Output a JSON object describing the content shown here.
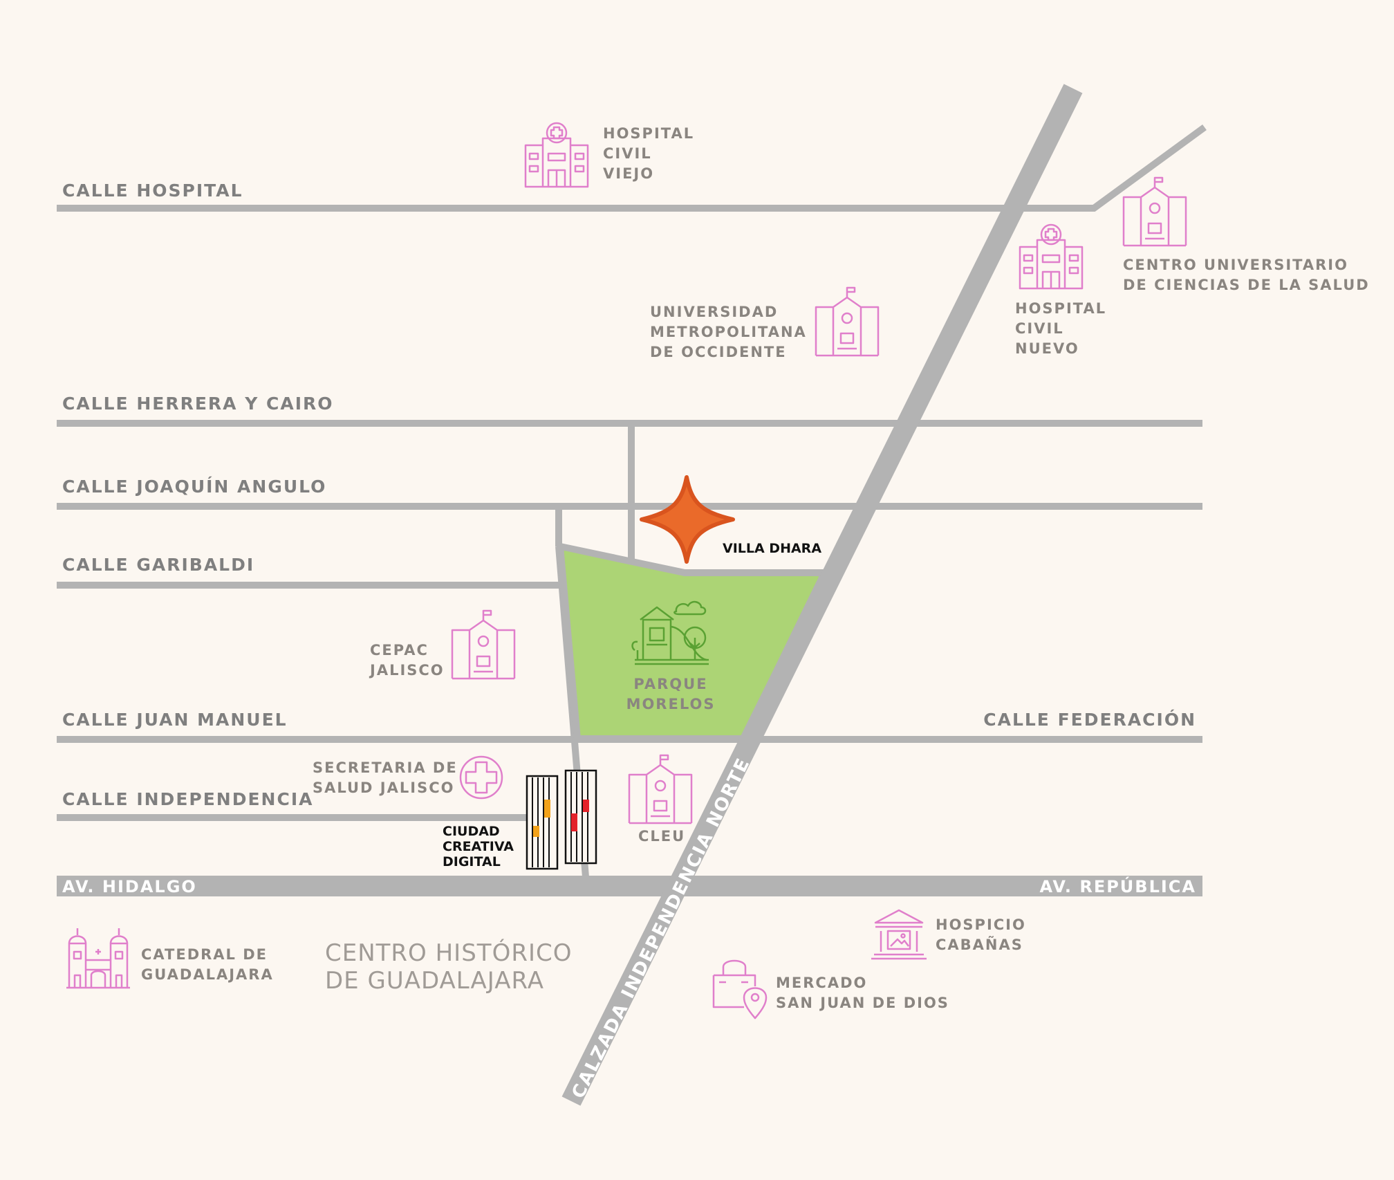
{
  "colors": {
    "background": "#fcf7f1",
    "road": "#b3b3b3",
    "park": "#acd475",
    "park_icon": "#5aa133",
    "landmark_icon": "#e07fcb",
    "marker": "#ea6a2a",
    "marker_stroke": "#d9541e",
    "building_accent_orange": "#f2a21a",
    "building_accent_red": "#e3222a"
  },
  "streets": {
    "calle_hospital": "CALLE HOSPITAL",
    "calle_herrera": "CALLE HERRERA Y CAIRO",
    "calle_joaquin": "CALLE JOAQUÍN ANGULO",
    "calle_garibaldi": "CALLE GARIBALDI",
    "calle_juan_manuel": "CALLE JUAN MANUEL",
    "calle_federacion": "CALLE FEDERACIÓN",
    "calle_independencia": "CALLE INDEPENDENCIA",
    "av_hidalgo": "AV. HIDALGO",
    "av_republica": "AV. REPÚBLICA",
    "calzada": "CALZADA INDEPENDENCIA NORTE"
  },
  "landmarks": {
    "hospital_civil_viejo": {
      "icon": "hospital-icon",
      "lines": [
        "HOSPITAL",
        "CIVIL",
        "VIEJO"
      ]
    },
    "hospital_civil_nuevo": {
      "icon": "hospital-icon",
      "lines": [
        "HOSPITAL",
        "CIVIL",
        "NUEVO"
      ]
    },
    "cucs": {
      "icon": "school-icon",
      "lines": [
        "CENTRO UNIVERSITARIO",
        "DE CIENCIAS DE LA SALUD"
      ]
    },
    "umo": {
      "icon": "school-icon",
      "lines": [
        "UNIVERSIDAD",
        "METROPOLITANA",
        "DE OCCIDENTE"
      ]
    },
    "cepac": {
      "icon": "school-icon",
      "lines": [
        "CEPAC",
        "JALISCO"
      ]
    },
    "secretaria": {
      "icon": "medical-cross-icon",
      "lines": [
        "SECRETARIA DE",
        "SALUD JALISCO"
      ]
    },
    "cleu": {
      "icon": "school-icon",
      "lines": [
        "CLEU"
      ]
    },
    "ciudad_creativa": {
      "icon": "buildings-icon",
      "lines": [
        "CIUDAD",
        "CREATIVA",
        "DIGITAL"
      ]
    },
    "parque_morelos": {
      "icon": "playground-icon",
      "lines": [
        "PARQUE",
        "MORELOS"
      ]
    },
    "villa_dhara": {
      "icon": "location-star-icon",
      "label": "VILLA DHARA"
    },
    "catedral": {
      "icon": "cathedral-icon",
      "lines": [
        "CATEDRAL DE",
        "GUADALAJARA"
      ]
    },
    "hospicio": {
      "icon": "museum-icon",
      "lines": [
        "HOSPICIO",
        "CABAÑAS"
      ]
    },
    "mercado": {
      "icon": "shopping-bag-pin-icon",
      "lines": [
        "MERCADO",
        "SAN JUAN DE DIOS"
      ]
    }
  },
  "district": {
    "lines": [
      "CENTRO HISTÓRICO",
      "DE GUADALAJARA"
    ]
  }
}
